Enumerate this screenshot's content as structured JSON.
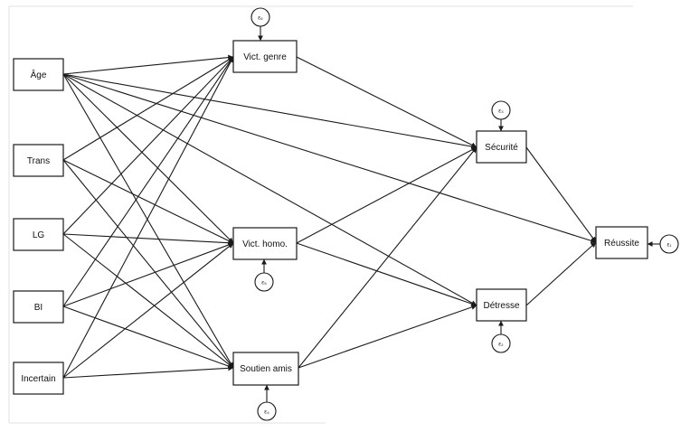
{
  "nodes": {
    "age": "Âge",
    "trans": "Trans",
    "lg": "LG",
    "bi": "BI",
    "incertain": "Incertain",
    "vict_genre": "Vict. genre",
    "vict_homo": "Vict. homo.",
    "soutien_amis": "Soutien amis",
    "securite": "Sécurité",
    "detresse": "Détresse",
    "reussite": "Réussite"
  },
  "errors": {
    "e_vict_genre": "ε₆",
    "e_vict_homo": "ε₅",
    "e_soutien_amis": "ε₄",
    "e_securite": "ε₃",
    "e_detresse": "ε₂",
    "e_reussite": "ε₁"
  },
  "edges": [
    [
      "age",
      "vict_genre"
    ],
    [
      "age",
      "vict_homo"
    ],
    [
      "age",
      "soutien_amis"
    ],
    [
      "age",
      "securite"
    ],
    [
      "age",
      "detresse"
    ],
    [
      "age",
      "reussite"
    ],
    [
      "trans",
      "vict_genre"
    ],
    [
      "trans",
      "vict_homo"
    ],
    [
      "trans",
      "soutien_amis"
    ],
    [
      "lg",
      "vict_genre"
    ],
    [
      "lg",
      "vict_homo"
    ],
    [
      "lg",
      "soutien_amis"
    ],
    [
      "bi",
      "vict_genre"
    ],
    [
      "bi",
      "vict_homo"
    ],
    [
      "bi",
      "soutien_amis"
    ],
    [
      "incertain",
      "vict_genre"
    ],
    [
      "incertain",
      "vict_homo"
    ],
    [
      "incertain",
      "soutien_amis"
    ],
    [
      "vict_genre",
      "securite"
    ],
    [
      "vict_homo",
      "securite"
    ],
    [
      "vict_homo",
      "detresse"
    ],
    [
      "soutien_amis",
      "securite"
    ],
    [
      "soutien_amis",
      "detresse"
    ],
    [
      "securite",
      "reussite"
    ],
    [
      "detresse",
      "reussite"
    ]
  ]
}
